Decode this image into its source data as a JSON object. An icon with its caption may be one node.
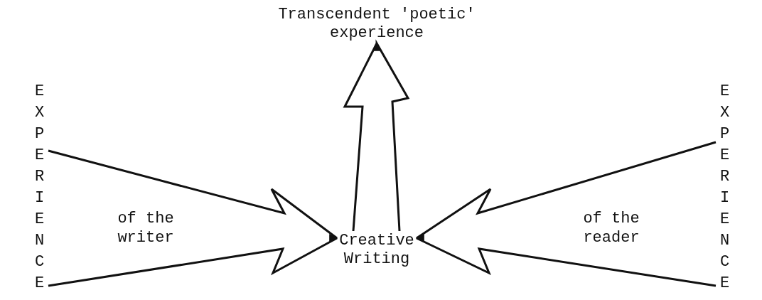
{
  "diagram": {
    "nodes": [
      {
        "text": [
          "Transcendent 'poetic' experience"
        ]
      },
      {
        "text": [
          "EXPERIENCE"
        ]
      },
      {
        "text": [
          "Creative Writing"
        ]
      },
      {
        "text": [
          "EXPERIENCE"
        ]
      }
    ],
    "edges": [
      {
        "from": 1,
        "to": 2,
        "arrow": "to",
        "label": "of the writer"
      },
      {
        "from": 3,
        "to": 2,
        "arrow": "to",
        "label": "of the reader"
      },
      {
        "from": 2,
        "to": 0,
        "arrow": "to"
      }
    ]
  }
}
